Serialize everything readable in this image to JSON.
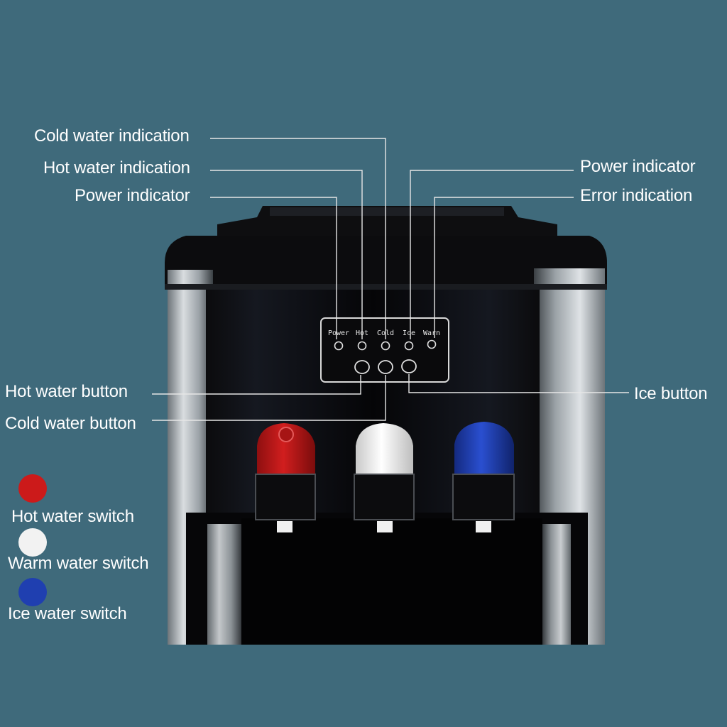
{
  "colors": {
    "background": "#3f6a7b",
    "hot": "#cc1a1a",
    "warm": "#f2f2f2",
    "ice": "#1f3fb0",
    "leader_line": "#e6e6e6"
  },
  "panel": {
    "labels": [
      "Power",
      "Hot",
      "Cold",
      "Ice",
      "Warn"
    ]
  },
  "callouts": {
    "cold_water_indication": "Cold water indication",
    "hot_water_indication": "Hot water indication",
    "power_indicator_left": "Power indicator",
    "power_indicator_right": "Power indicator",
    "error_indication": "Error indication",
    "hot_water_button": "Hot water button",
    "cold_water_button": "Cold water button",
    "ice_button": "Ice button"
  },
  "legend": [
    {
      "label": "Hot water switch",
      "color": "#cc1a1a",
      "icon": "red-dot-icon"
    },
    {
      "label": "Warm water switch",
      "color": "#f2f2f2",
      "icon": "white-dot-icon"
    },
    {
      "label": "Ice water switch",
      "color": "#1f3fb0",
      "icon": "blue-dot-icon"
    }
  ]
}
